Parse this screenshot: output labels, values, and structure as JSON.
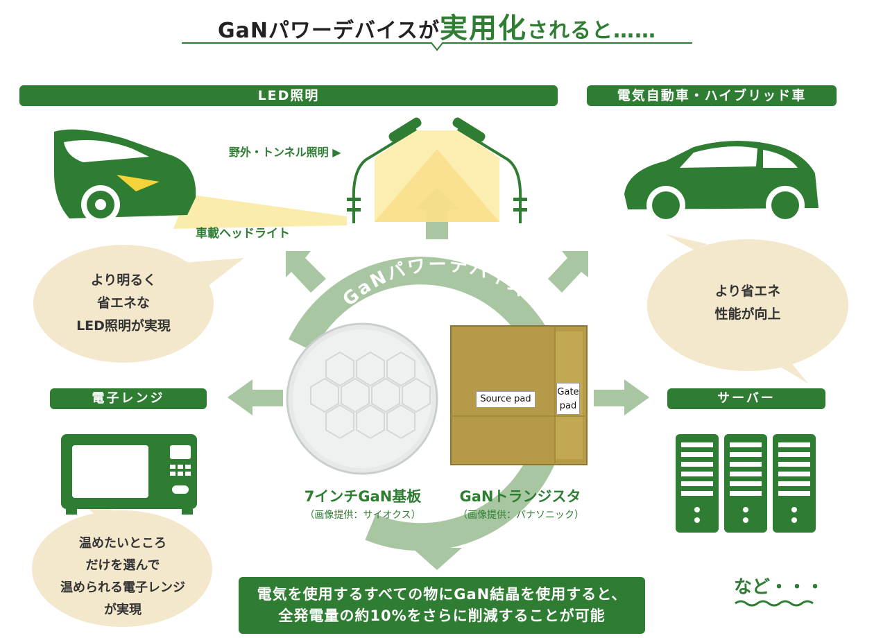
{
  "title": {
    "part1": "GaNパワーデバイスが",
    "part2": "実用化",
    "part3": "されると……"
  },
  "sections": {
    "led": "LED照明",
    "ev": "電気自動車・ハイブリッド車",
    "microwave": "電子レンジ",
    "server": "サーバー"
  },
  "labels": {
    "tunnel": "野外・トンネル照明 ▶",
    "headlight": "車載ヘッドライト",
    "ring": "GaNパワーデバイス",
    "etc": "など・・・"
  },
  "bubbles": {
    "led": [
      "より明るく",
      "省エネな",
      "LED照明が実現"
    ],
    "ev": [
      "より省エネ",
      "性能が向上"
    ],
    "microwave": [
      "温めたいところ",
      "だけを選んで",
      "温められる電子レンジ",
      "が実現"
    ]
  },
  "devices": {
    "wafer_name": "7インチGaN基板",
    "wafer_credit": "（画像提供：サイオクス）",
    "transistor_name": "GaNトランジスタ",
    "transistor_credit": "（画像提供：パナソニック）",
    "source_pad": "Source pad",
    "gate_pad_1": "Gate",
    "gate_pad_2": "pad"
  },
  "conclusion": {
    "line1": "電気を使用するすべての物にGaN結晶を使用すると、",
    "line2": "全発電量の約10%をさらに削減することが可能"
  },
  "colors": {
    "green": "#2e7d32",
    "arrow": "#a9c6a2",
    "bubble": "#f3e7cc",
    "light": "#fbeaa3"
  }
}
